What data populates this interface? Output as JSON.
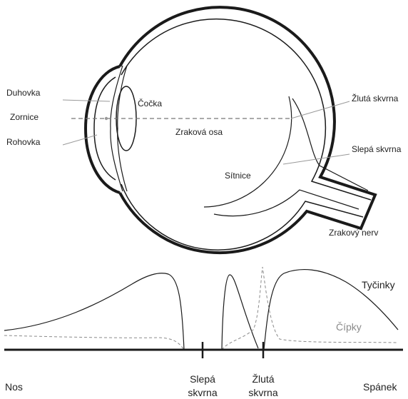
{
  "eye_labels": {
    "iris": "Duhovka",
    "pupil": "Zornice",
    "cornea": "Rohovka",
    "lens": "Čočka",
    "visual_axis": "Zraková osa",
    "macula": "Žlutá skvrna",
    "blind_spot": "Slepá skvrna",
    "retina": "Sítnice",
    "optic_nerve": "Zrakový nerv"
  },
  "graph": {
    "rods_label": "Tyčinky",
    "cones_label": "Čípky",
    "nose_label": "Nos",
    "temple_label": "Spánek",
    "blind_spot_label": [
      "Slepá",
      "skvrna"
    ],
    "macula_label": [
      "Žlutá",
      "skvrna"
    ]
  },
  "colors": {
    "line": "#1a1a1a",
    "rods": "#1a1a1a",
    "cones": "#8a8a8a",
    "leader": "#999999",
    "axis_dash": "#777777"
  }
}
